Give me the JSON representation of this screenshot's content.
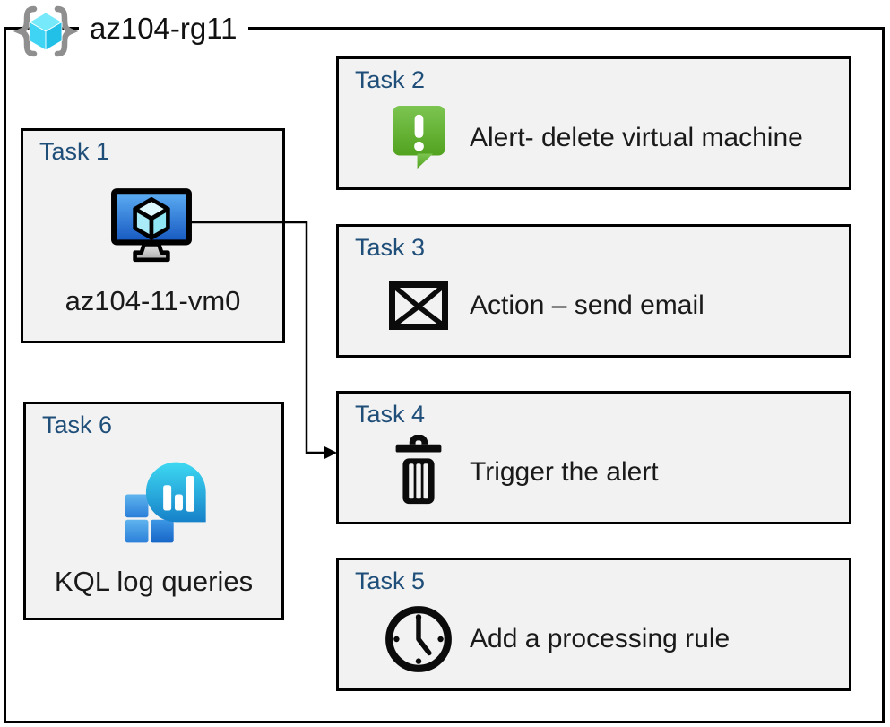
{
  "resource_group": {
    "label": "az104-rg11",
    "icon": "resource-group-icon"
  },
  "tasks": [
    {
      "id": "task1",
      "title": "Task 1",
      "label": "az104-11-vm0",
      "icon": "virtual-machine-icon"
    },
    {
      "id": "task2",
      "title": "Task 2",
      "label": "Alert- delete virtual machine",
      "icon": "alert-icon"
    },
    {
      "id": "task3",
      "title": "Task 3",
      "label": "Action – send email",
      "icon": "email-icon"
    },
    {
      "id": "task4",
      "title": "Task 4",
      "label": "Trigger the alert",
      "icon": "trash-icon"
    },
    {
      "id": "task5",
      "title": "Task 5",
      "label": "Add a processing rule",
      "icon": "clock-icon"
    },
    {
      "id": "task6",
      "title": "Task 6",
      "label": "KQL log queries",
      "icon": "log-analytics-icon"
    }
  ],
  "connector": {
    "from": "task1",
    "to": "task4",
    "style": "right-angle-arrow"
  },
  "colors": {
    "task_title_blue": "#1F4E79",
    "box_fill": "#F2F2F2",
    "border": "#000000",
    "alert_green": "#5CAB28",
    "vm_screen_blue": "#2E7CE4",
    "rg_cube_cyan": "#3FD4F4",
    "kql_square_blue": "#2B7FD9",
    "kql_bubble_cyan": "#1E9AD6",
    "brace_gray": "#8F8F8F"
  }
}
